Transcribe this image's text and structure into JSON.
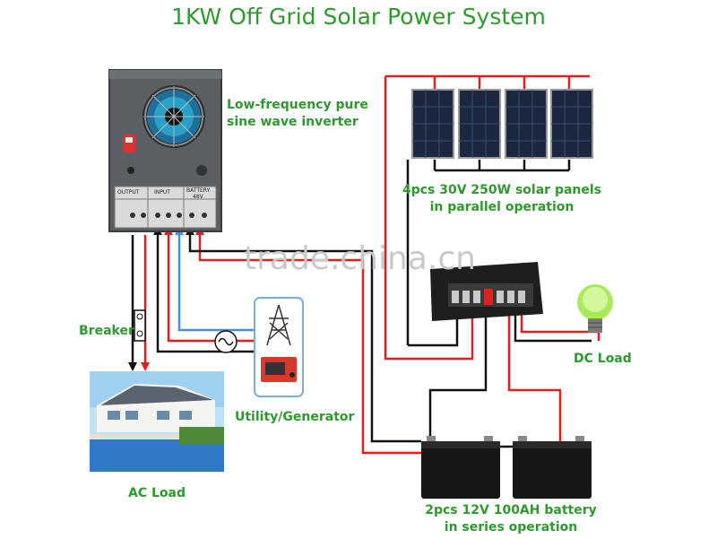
{
  "title": "1KW Off Grid Solar Power System",
  "labels": {
    "inverter_line1": "Low-frequency pure",
    "inverter_line2": "sine wave inverter",
    "panels_line1": "4pcs 30V 250W solar panels",
    "panels_line2": "in parallel operation",
    "breaker": "Breaker",
    "utility": "Utility/Generator",
    "ac_load": "AC Load",
    "dc_load": "DC Load",
    "battery_line1": "2pcs 12V 100AH battery",
    "battery_line2": "in series operation"
  },
  "inverter_panel": {
    "output": "OUTPUT",
    "input": "INPUT",
    "battery": "BATTERY",
    "battery_voltage": "48V"
  },
  "watermark": "trade.china.cn",
  "colors": {
    "title": "#2e9a2e",
    "wire_red": "#e02020",
    "wire_black": "#111111",
    "wire_blue": "#4a90d9",
    "inverter_body": "#5b5f63"
  }
}
